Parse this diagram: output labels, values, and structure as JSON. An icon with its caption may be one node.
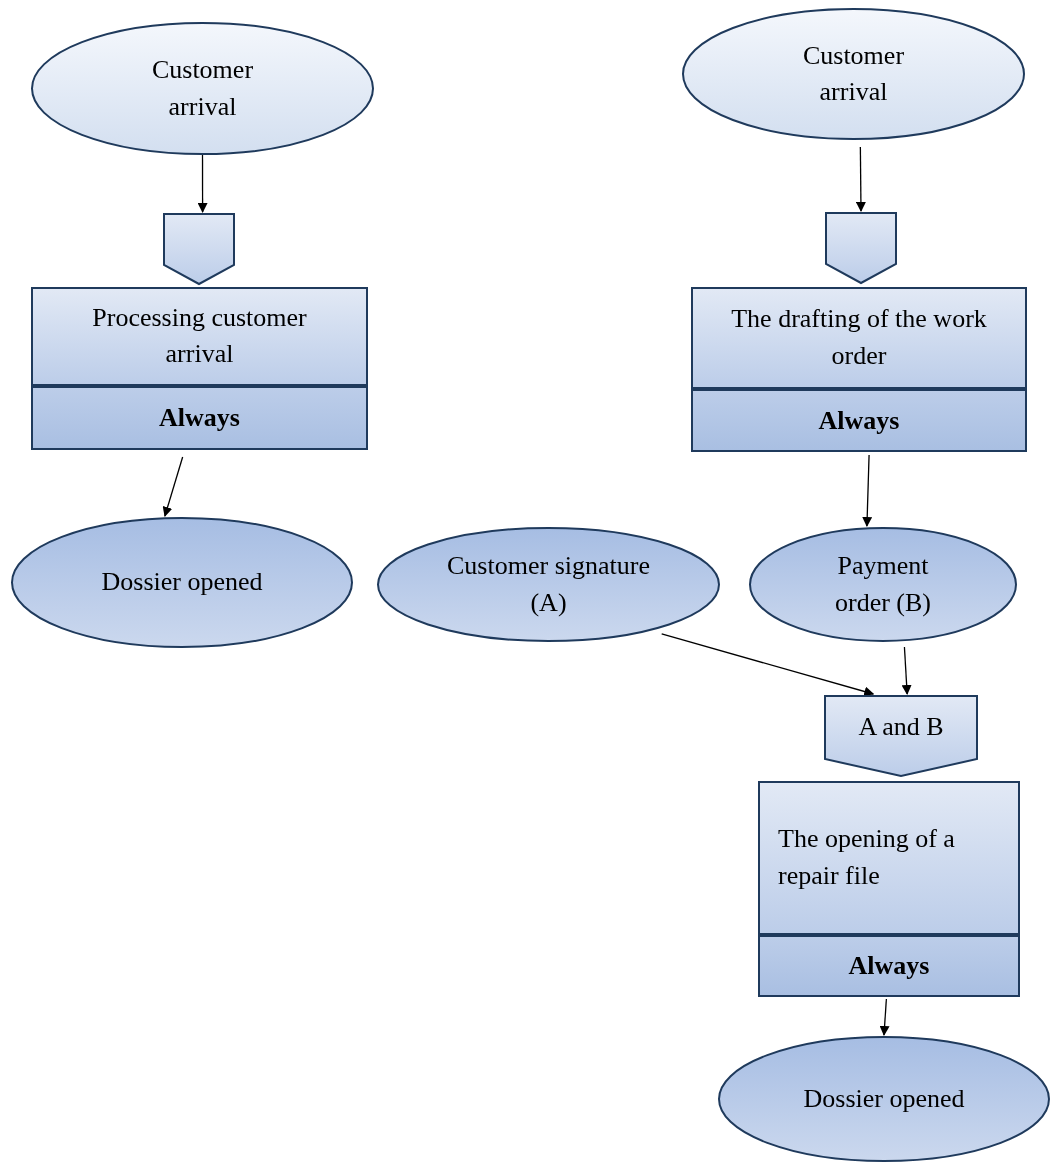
{
  "diagram": {
    "nodes": [
      {
        "text": [
          "Customer arrival"
        ]
      },
      {
        "text": [],
        "shape": "pentagon"
      },
      {
        "text": [
          "Processing customer arrival",
          "Always"
        ]
      },
      {
        "text": [
          "Dossier opened"
        ]
      },
      {
        "text": [
          "Customer arrival"
        ]
      },
      {
        "text": [],
        "shape": "pentagon"
      },
      {
        "text": [
          "The drafting of the work order",
          "Always"
        ]
      },
      {
        "text": [
          "Customer signature (A)"
        ]
      },
      {
        "text": [
          "Payment order (B)"
        ]
      },
      {
        "text": [
          "A and B"
        ]
      },
      {
        "text": [
          "The opening of a repair file",
          "Always"
        ]
      },
      {
        "text": [
          "Dossier opened"
        ]
      }
    ],
    "edges": [
      {
        "from": 0,
        "to": 1,
        "arrow": "to"
      },
      {
        "from": 2,
        "to": 3,
        "arrow": "to"
      },
      {
        "from": 4,
        "to": 5,
        "arrow": "to"
      },
      {
        "from": 6,
        "to": 8,
        "arrow": "to"
      },
      {
        "from": 7,
        "to": 9,
        "arrow": "to"
      },
      {
        "from": 8,
        "to": 9,
        "arrow": "to"
      },
      {
        "from": 10,
        "to": 11,
        "arrow": "to"
      }
    ]
  }
}
